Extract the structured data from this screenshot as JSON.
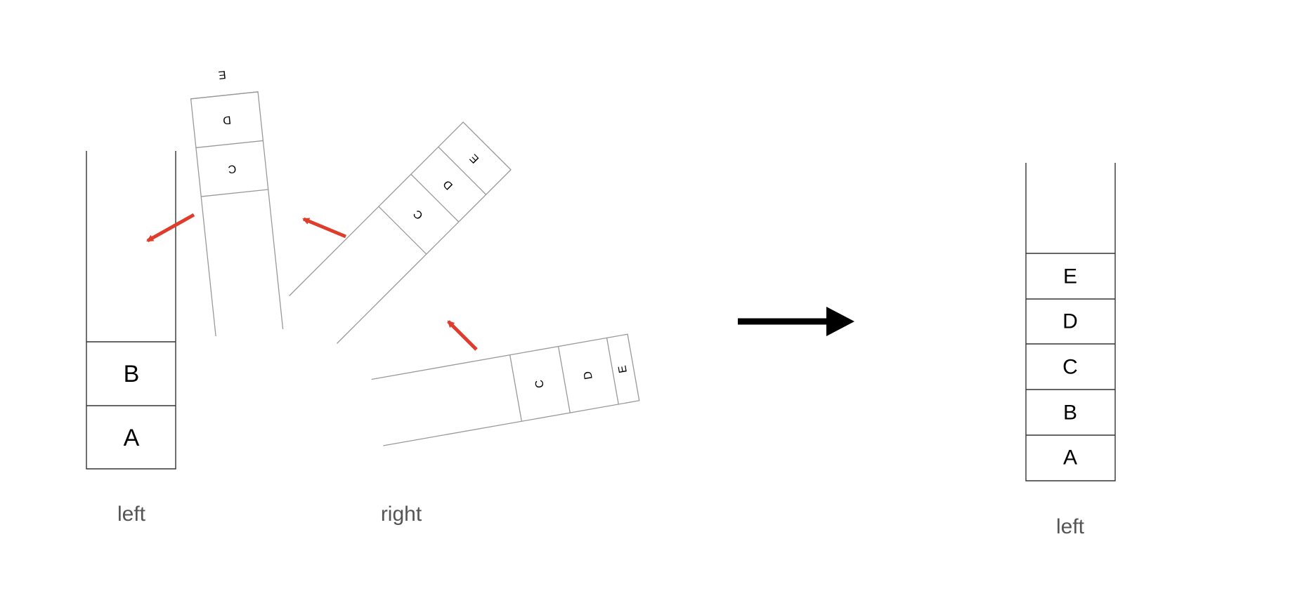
{
  "left_stack_before": {
    "cells": [
      "B",
      "A"
    ],
    "caption": "left"
  },
  "right_stack": {
    "cells": [
      "C",
      "D",
      "E"
    ],
    "caption": "right"
  },
  "left_stack_after": {
    "cells": [
      "E",
      "D",
      "C",
      "B",
      "A"
    ],
    "caption": "left"
  },
  "colors": {
    "rotation_arrow": "#e03c2c",
    "result_arrow": "#000000",
    "container_line": "#333333",
    "rotating_stack_line": "#999999"
  }
}
